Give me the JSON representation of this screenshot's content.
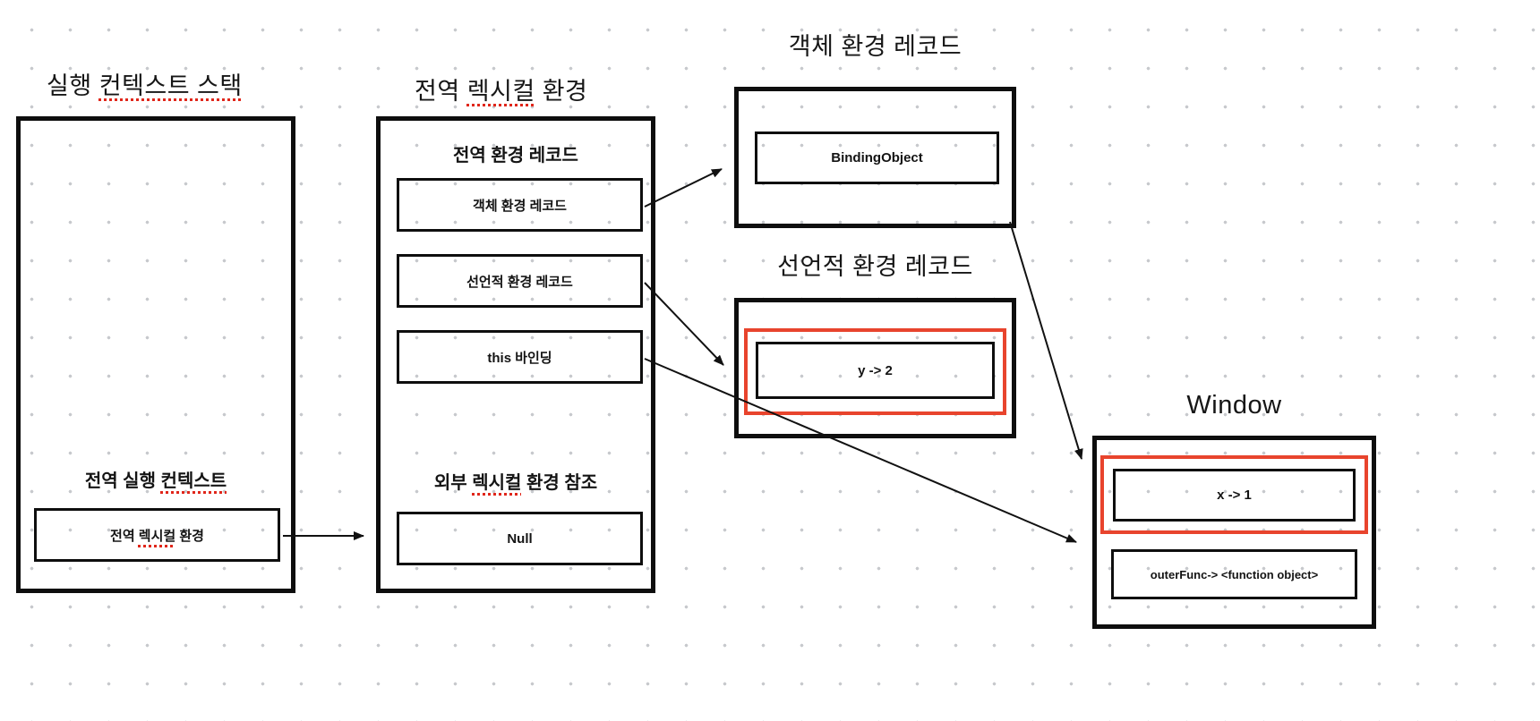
{
  "colors": {
    "box_border": "#0e0e0e",
    "highlight_red": "#e8442d",
    "spellcheck_red": "#e0261a",
    "grid_dot": "#c7c9cd"
  },
  "diagram": {
    "stack": {
      "title_parts": [
        {
          "t": "실행 ",
          "u": false
        },
        {
          "t": "컨텍스트 스택",
          "u": true
        }
      ],
      "context_heading_parts": [
        {
          "t": "전역 실행 ",
          "u": false
        },
        {
          "t": "컨텍스트",
          "u": true
        }
      ],
      "lexical_box_parts": [
        {
          "t": "전역 ",
          "u": false
        },
        {
          "t": "렉시컬",
          "u": true
        },
        {
          "t": " 환경",
          "u": false
        }
      ]
    },
    "global_lexical_env": {
      "title_parts": [
        {
          "t": "전역 ",
          "u": false
        },
        {
          "t": "렉시컬",
          "u": true
        },
        {
          "t": " 환경",
          "u": false
        }
      ],
      "env_record_heading": "전역 환경 레코드",
      "object_env_box": "객체 환경 레코드",
      "declarative_env_box": "선언적 환경 레코드",
      "this_binding_box": "this 바인딩",
      "outer_ref_heading_parts": [
        {
          "t": "외부 ",
          "u": false
        },
        {
          "t": "렉시컬",
          "u": true
        },
        {
          "t": " 환경 참조",
          "u": false
        }
      ],
      "null_box": "Null"
    },
    "object_env_record": {
      "title": "객체 환경 레코드",
      "binding_object_box": "BindingObject"
    },
    "declarative_env_record": {
      "title": "선언적 환경 레코드",
      "y_binding_box": "y -> 2"
    },
    "window_object": {
      "title": "Window",
      "x_binding_box": "x -> 1",
      "outer_func_box": "outerFunc-> <function object>"
    }
  }
}
